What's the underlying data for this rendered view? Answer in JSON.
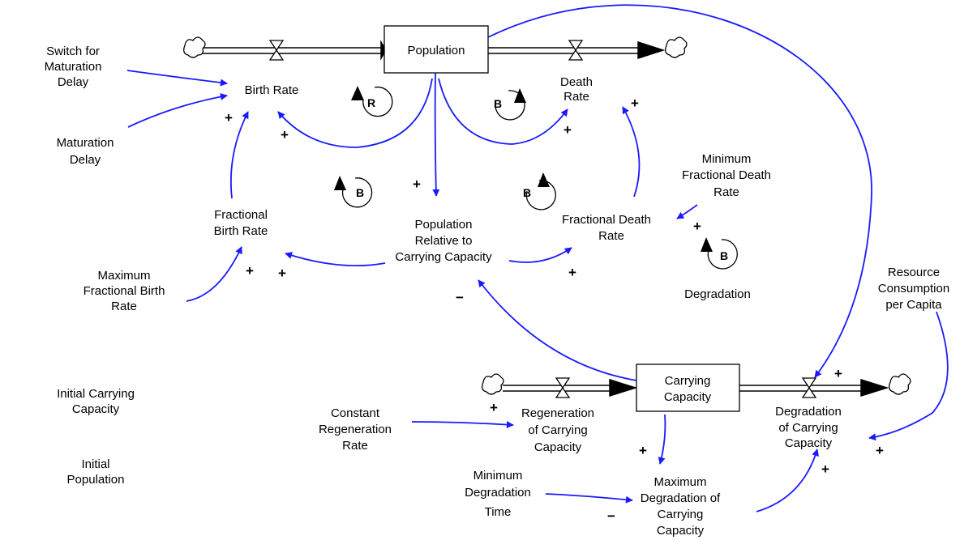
{
  "colors": {
    "link": "#1a1aff",
    "flow": "#000000",
    "background": "#ffffff"
  },
  "stocks": {
    "population": "Population",
    "carrying_capacity": [
      "Carrying",
      "Capacity"
    ]
  },
  "flows": {
    "birth_rate": "Birth Rate",
    "death_rate": [
      "Death",
      "Rate"
    ],
    "regeneration": [
      "Regeneration",
      "of Carrying",
      "Capacity"
    ],
    "degradation": [
      "Degradation",
      "of Carrying",
      "Capacity"
    ]
  },
  "variables": {
    "switch_maturation": [
      "Switch for",
      "Maturation",
      "Delay"
    ],
    "maturation_delay": [
      "Maturation",
      "Delay"
    ],
    "fractional_birth_rate": [
      "Fractional",
      "Birth Rate"
    ],
    "max_fractional_birth_rate": [
      "Maximum",
      "Fractional Birth",
      "Rate"
    ],
    "population_relative": [
      "Population",
      "Relative to",
      "Carrying Capacity"
    ],
    "fractional_death_rate": [
      "Fractional Death",
      "Rate"
    ],
    "min_fractional_death_rate": [
      "Minimum",
      "Fractional Death",
      "Rate"
    ],
    "degradation_label": "Degradation",
    "resource_consumption": [
      "Resource",
      "Consumption",
      "per Capita"
    ],
    "initial_carrying_capacity": [
      "Initial Carrying",
      "Capacity"
    ],
    "initial_population": [
      "Initial",
      "Population"
    ],
    "constant_regeneration_rate": [
      "Constant",
      "Regeneration",
      "Rate"
    ],
    "minimum_degradation_time": [
      "Minimum",
      "Degradation",
      "Time"
    ],
    "max_degradation": [
      "Maximum",
      "Degradation of",
      "Carrying",
      "Capacity"
    ]
  },
  "loops": {
    "reinforcing": "R",
    "balancing": "B"
  },
  "signs": {
    "plus": "+",
    "minus": "−"
  }
}
